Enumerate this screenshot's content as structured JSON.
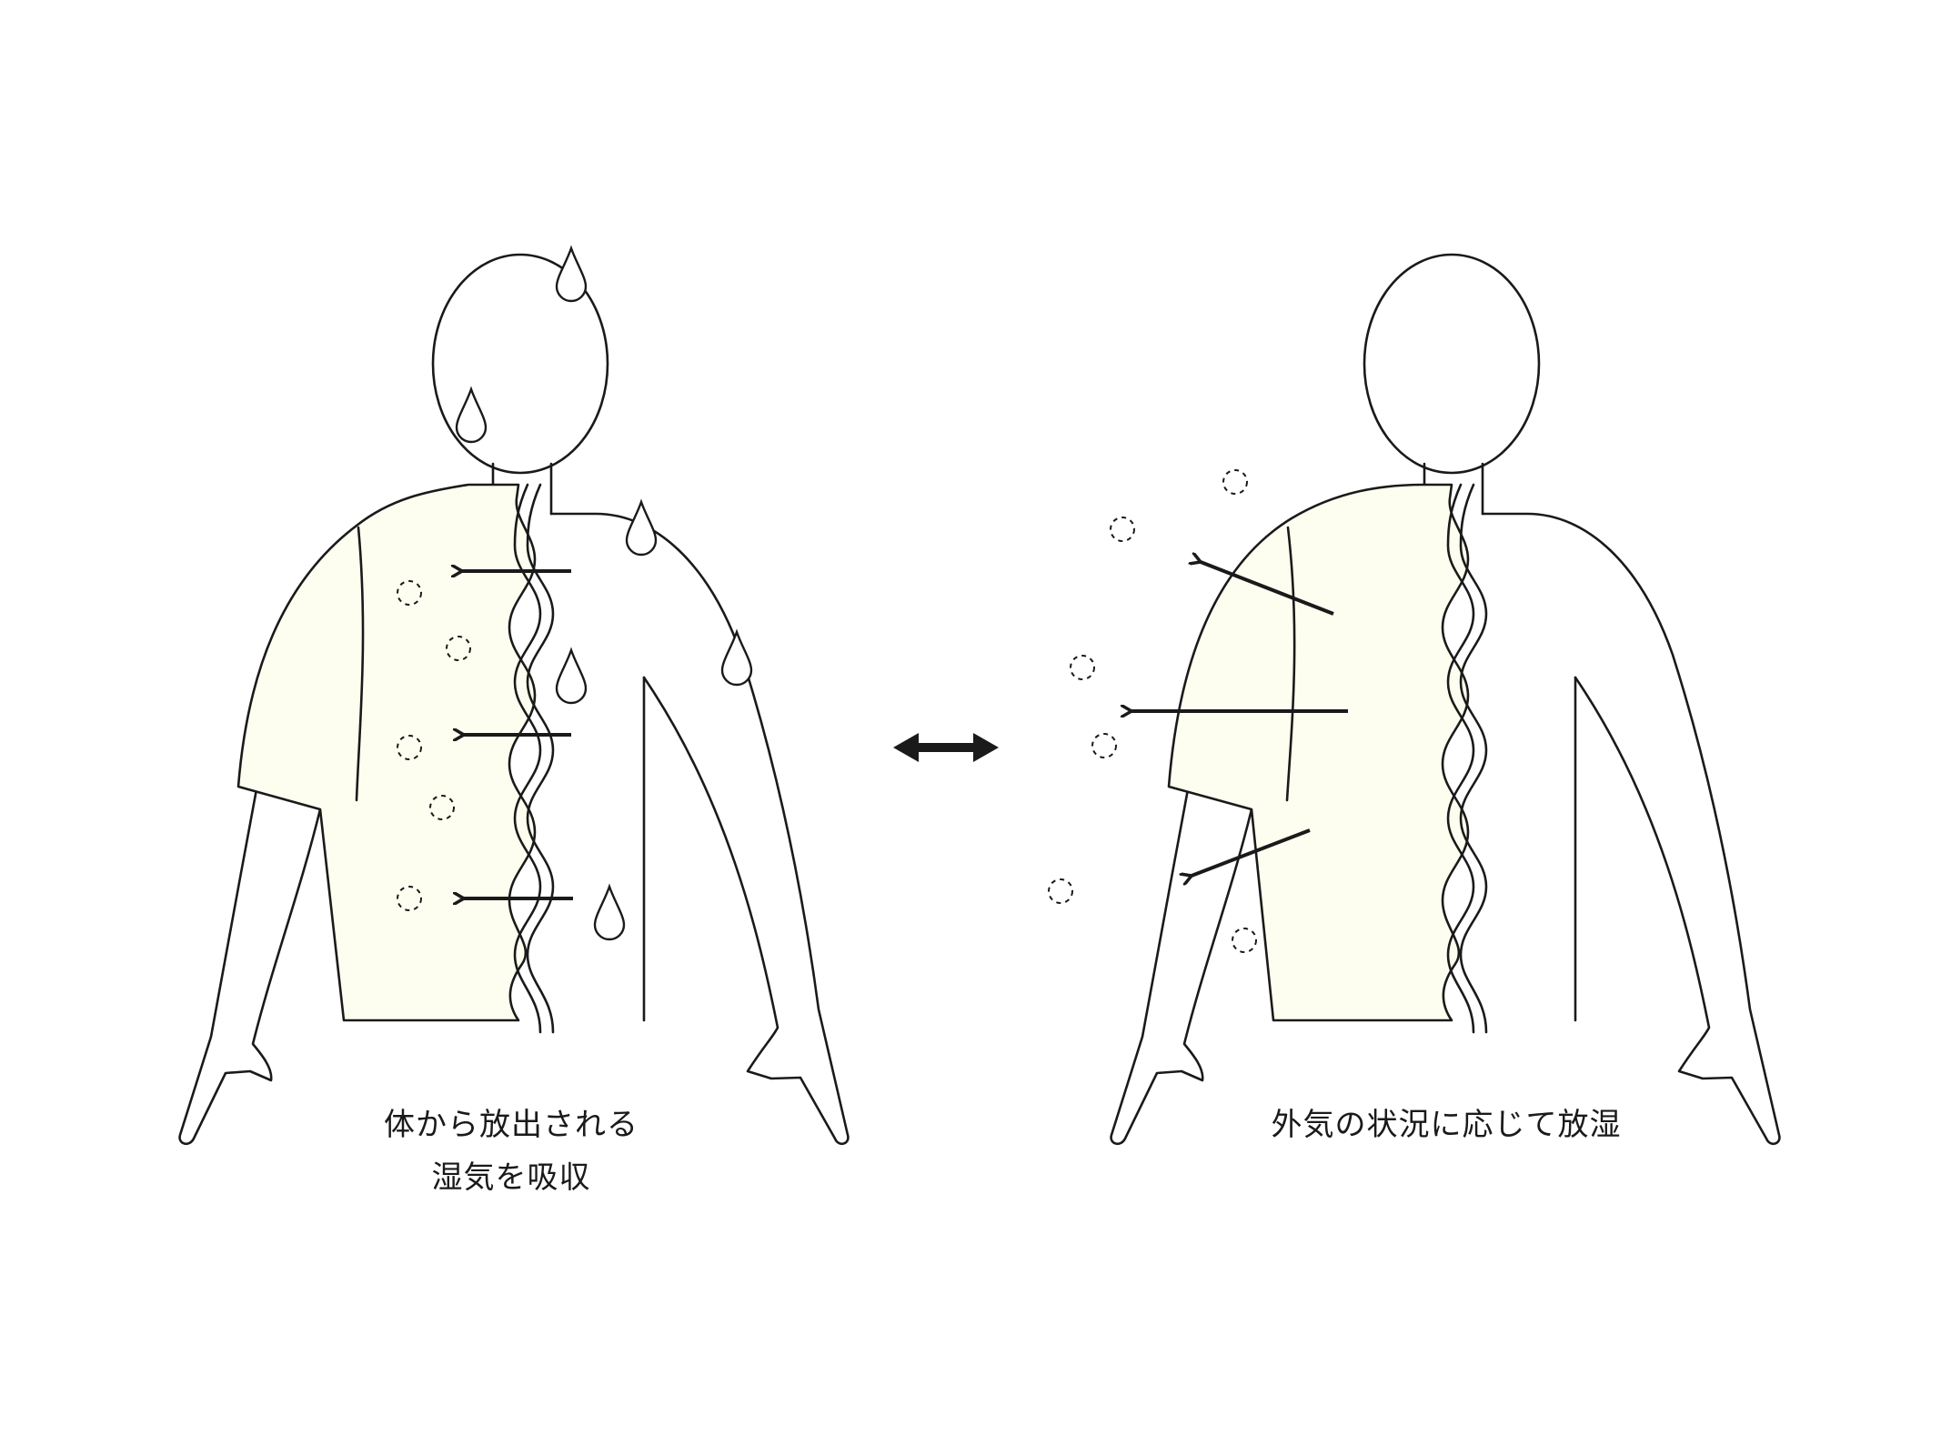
{
  "captions": {
    "left": {
      "line1": "体から放出される",
      "line2": "湿気を吸収"
    },
    "right": {
      "line1": "外気の状況に応じて放湿"
    }
  },
  "colors": {
    "stroke": "#1a1a1a",
    "shirt_fill": "#fefef0",
    "background": "#ffffff"
  },
  "icons": {
    "center": "double-headed-arrow-icon",
    "drop": "sweat-drop-icon",
    "vapor": "dashed-circle-vapor-icon"
  }
}
